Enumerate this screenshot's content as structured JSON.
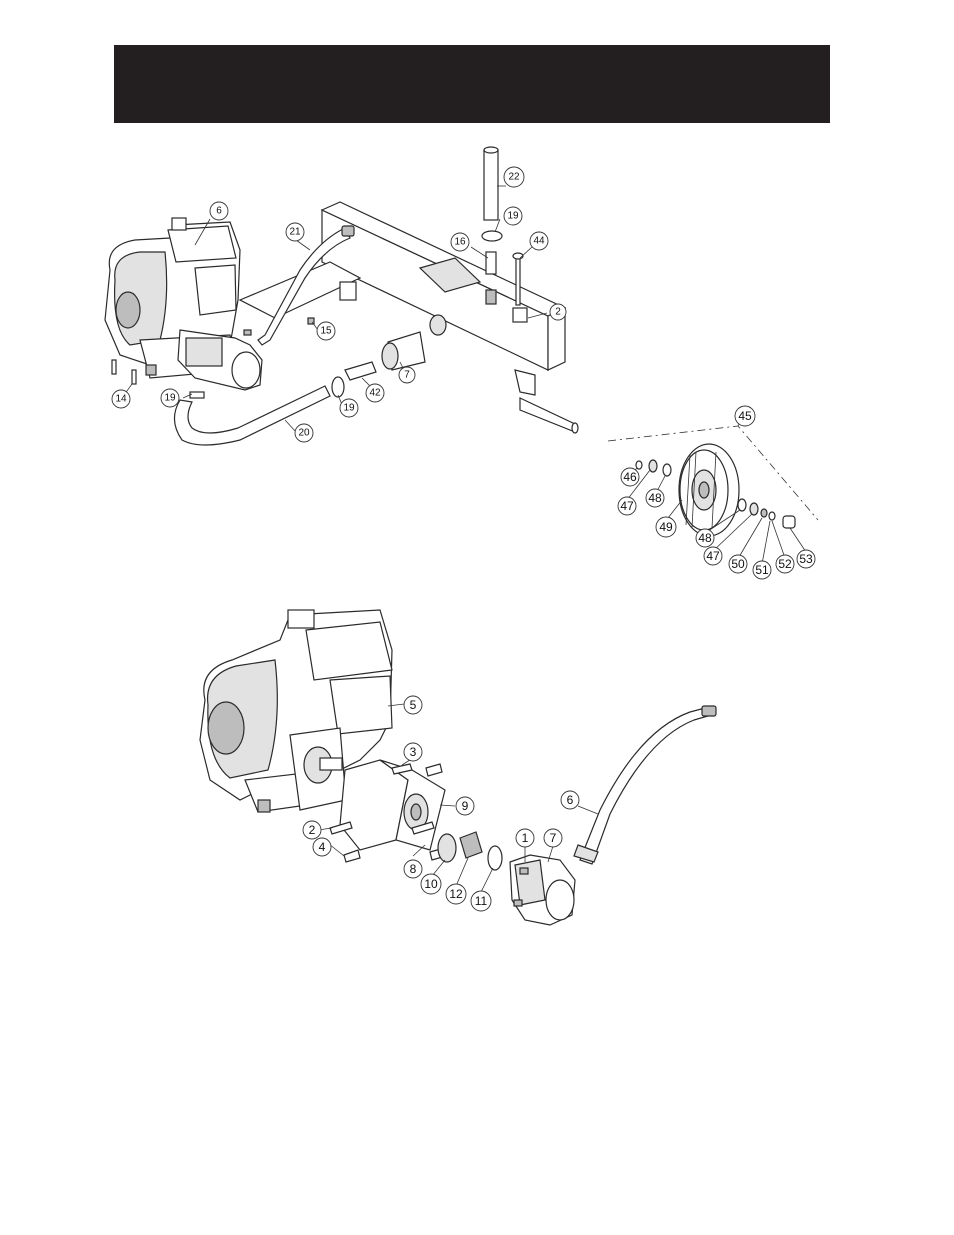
{
  "top_diagram": {
    "callouts": {
      "c6": "6",
      "c21": "21",
      "c22": "22",
      "c19a": "19",
      "c16": "16",
      "c44": "44",
      "c2": "2",
      "c15": "15",
      "c7": "7",
      "c42": "42",
      "c19b": "19",
      "c19c": "19",
      "c20": "20",
      "c14": "14",
      "c45": "45",
      "c46": "46",
      "c47a": "47",
      "c48a": "48",
      "c49": "49",
      "c48b": "48",
      "c47b": "47",
      "c50": "50",
      "c51": "51",
      "c52": "52",
      "c53": "53"
    }
  },
  "bottom_diagram": {
    "callouts": {
      "c5": "5",
      "c3": "3",
      "c9": "9",
      "c2": "2",
      "c4": "4",
      "c8": "8",
      "c10": "10",
      "c12": "12",
      "c11": "11",
      "c1": "1",
      "c7": "7",
      "c6": "6"
    }
  }
}
